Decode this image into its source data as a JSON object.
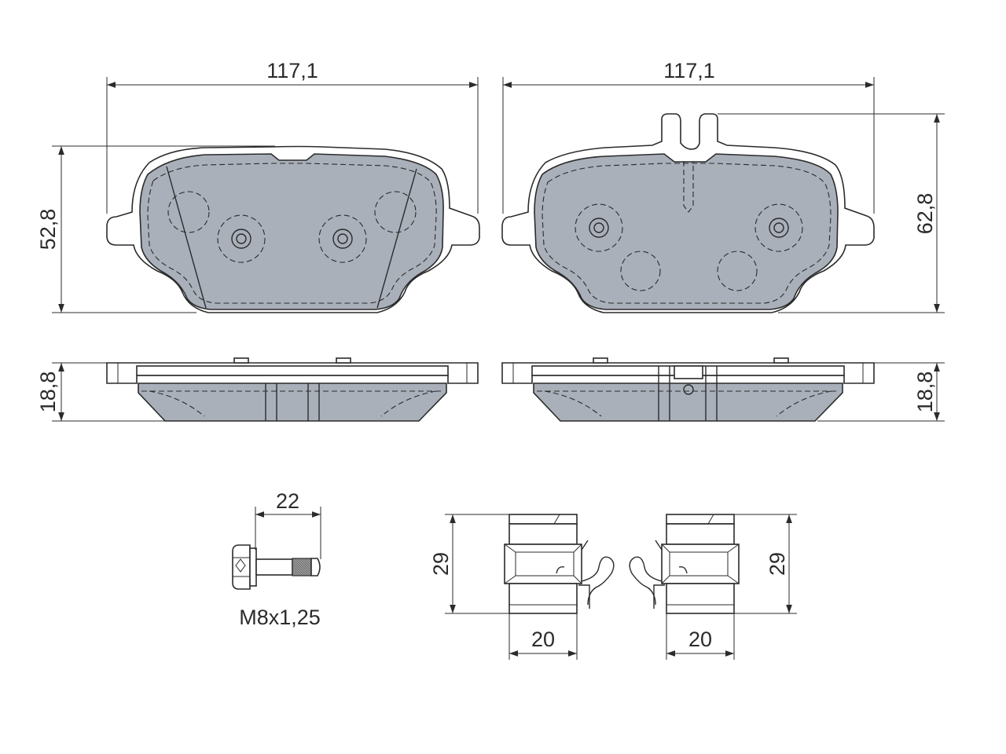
{
  "dimensions": {
    "pad_left_width": "117,1",
    "pad_right_width": "117,1",
    "pad_left_height": "52,8",
    "pad_right_height": "62,8",
    "pad_left_thickness": "18,8",
    "pad_right_thickness": "18,8",
    "bolt_length": "22",
    "bolt_thread": "M8x1,25",
    "clip_left_height": "29",
    "clip_left_width": "20",
    "clip_right_height": "29",
    "clip_right_width": "20"
  },
  "colors": {
    "friction_material": "#a9b0ba",
    "bolt_thread": "#8a8a8a",
    "line": "#2b2b2b"
  }
}
